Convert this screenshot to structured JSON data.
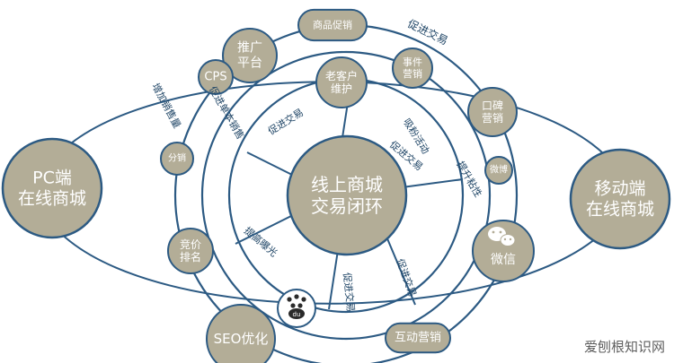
{
  "colors": {
    "node_fill": "#b3ad97",
    "outline": "#2c5a83",
    "node_text": "#ffffff",
    "label_text": "#1f4566"
  },
  "nodes": {
    "center": [
      "线上商城",
      "交易闭环"
    ],
    "pc": [
      "PC端",
      "在线商城"
    ],
    "mobile": [
      "移动端",
      "在线商城"
    ],
    "promo_platform": [
      "推广",
      "平台"
    ],
    "cps": [
      "CPS"
    ],
    "distribution": [
      "分销"
    ],
    "bidding": [
      "竞价",
      "排名"
    ],
    "seo": [
      "SEO优化"
    ],
    "baidu": [
      "du"
    ],
    "interactive": [
      "互动营销"
    ],
    "product_promo": [
      "商品促销"
    ],
    "old_customer": [
      "老客户",
      "维护"
    ],
    "event_marketing": [
      "事件",
      "营销"
    ],
    "word_of_mouth": [
      "口碑",
      "营销"
    ],
    "weibo": [
      "微博"
    ],
    "wechat": [
      "微信"
    ]
  },
  "labels": {
    "promote_top": "促进交易",
    "increase_sales": "增加销售量",
    "promote_sales_volume": "促进单本销售",
    "promote_inner": "促进交易",
    "attract_activity": "吸粉活动",
    "promote_right": "促进交易",
    "stickiness": "提升粘性",
    "exposure": "提高曝光",
    "promote_lower_left": "促进交易",
    "promote_lower_right": "促进交易"
  },
  "icons": {
    "baidu": "baidu-paw-icon",
    "wechat": "wechat-bubbles-icon"
  },
  "watermark": "爱刨根知识网"
}
